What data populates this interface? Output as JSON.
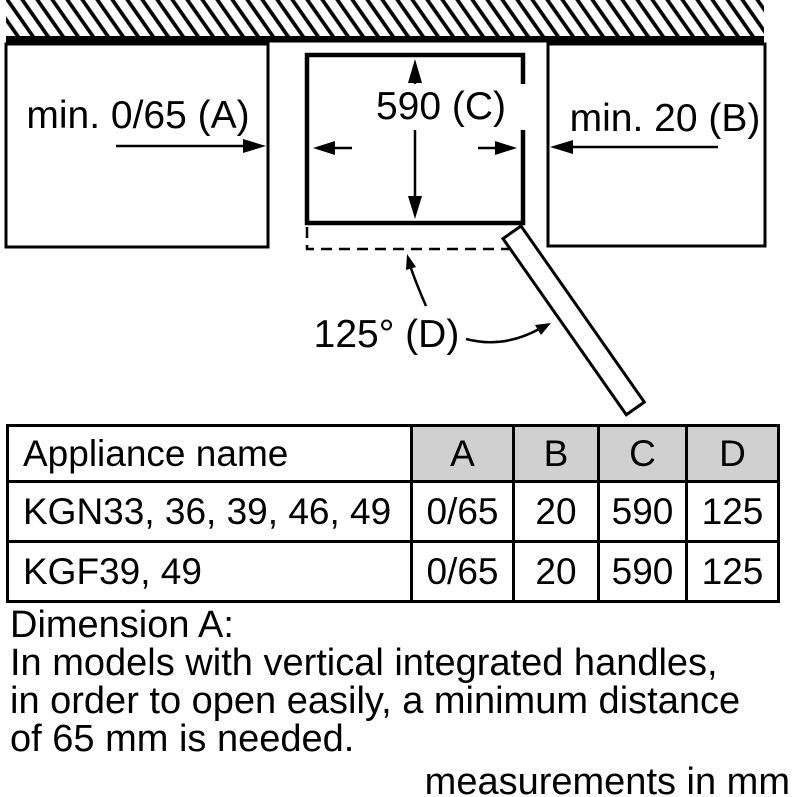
{
  "diagram": {
    "label_a": "min. 0/65 (A)",
    "label_c": "590 (C)",
    "label_b": "min. 20 (B)",
    "label_d": "125° (D)"
  },
  "table": {
    "header": [
      "Appliance name",
      "A",
      "B",
      "C",
      "D"
    ],
    "rows": [
      [
        "KGN33, 36, 39, 46, 49",
        "0/65",
        "20",
        "590",
        "125"
      ],
      [
        "KGF39, 49",
        "0/65",
        "20",
        "590",
        "125"
      ]
    ]
  },
  "notes": {
    "title": "Dimension A:",
    "line1": "In models with vertical integrated handles,",
    "line2": "in order to open easily, a minimum distance",
    "line3": "of 65 mm is needed."
  },
  "footer": {
    "units_note": "measurements in mm"
  },
  "colors": {
    "ink": "#000000",
    "background": "#ffffff",
    "table_header_bg": "#d0d0d0"
  }
}
